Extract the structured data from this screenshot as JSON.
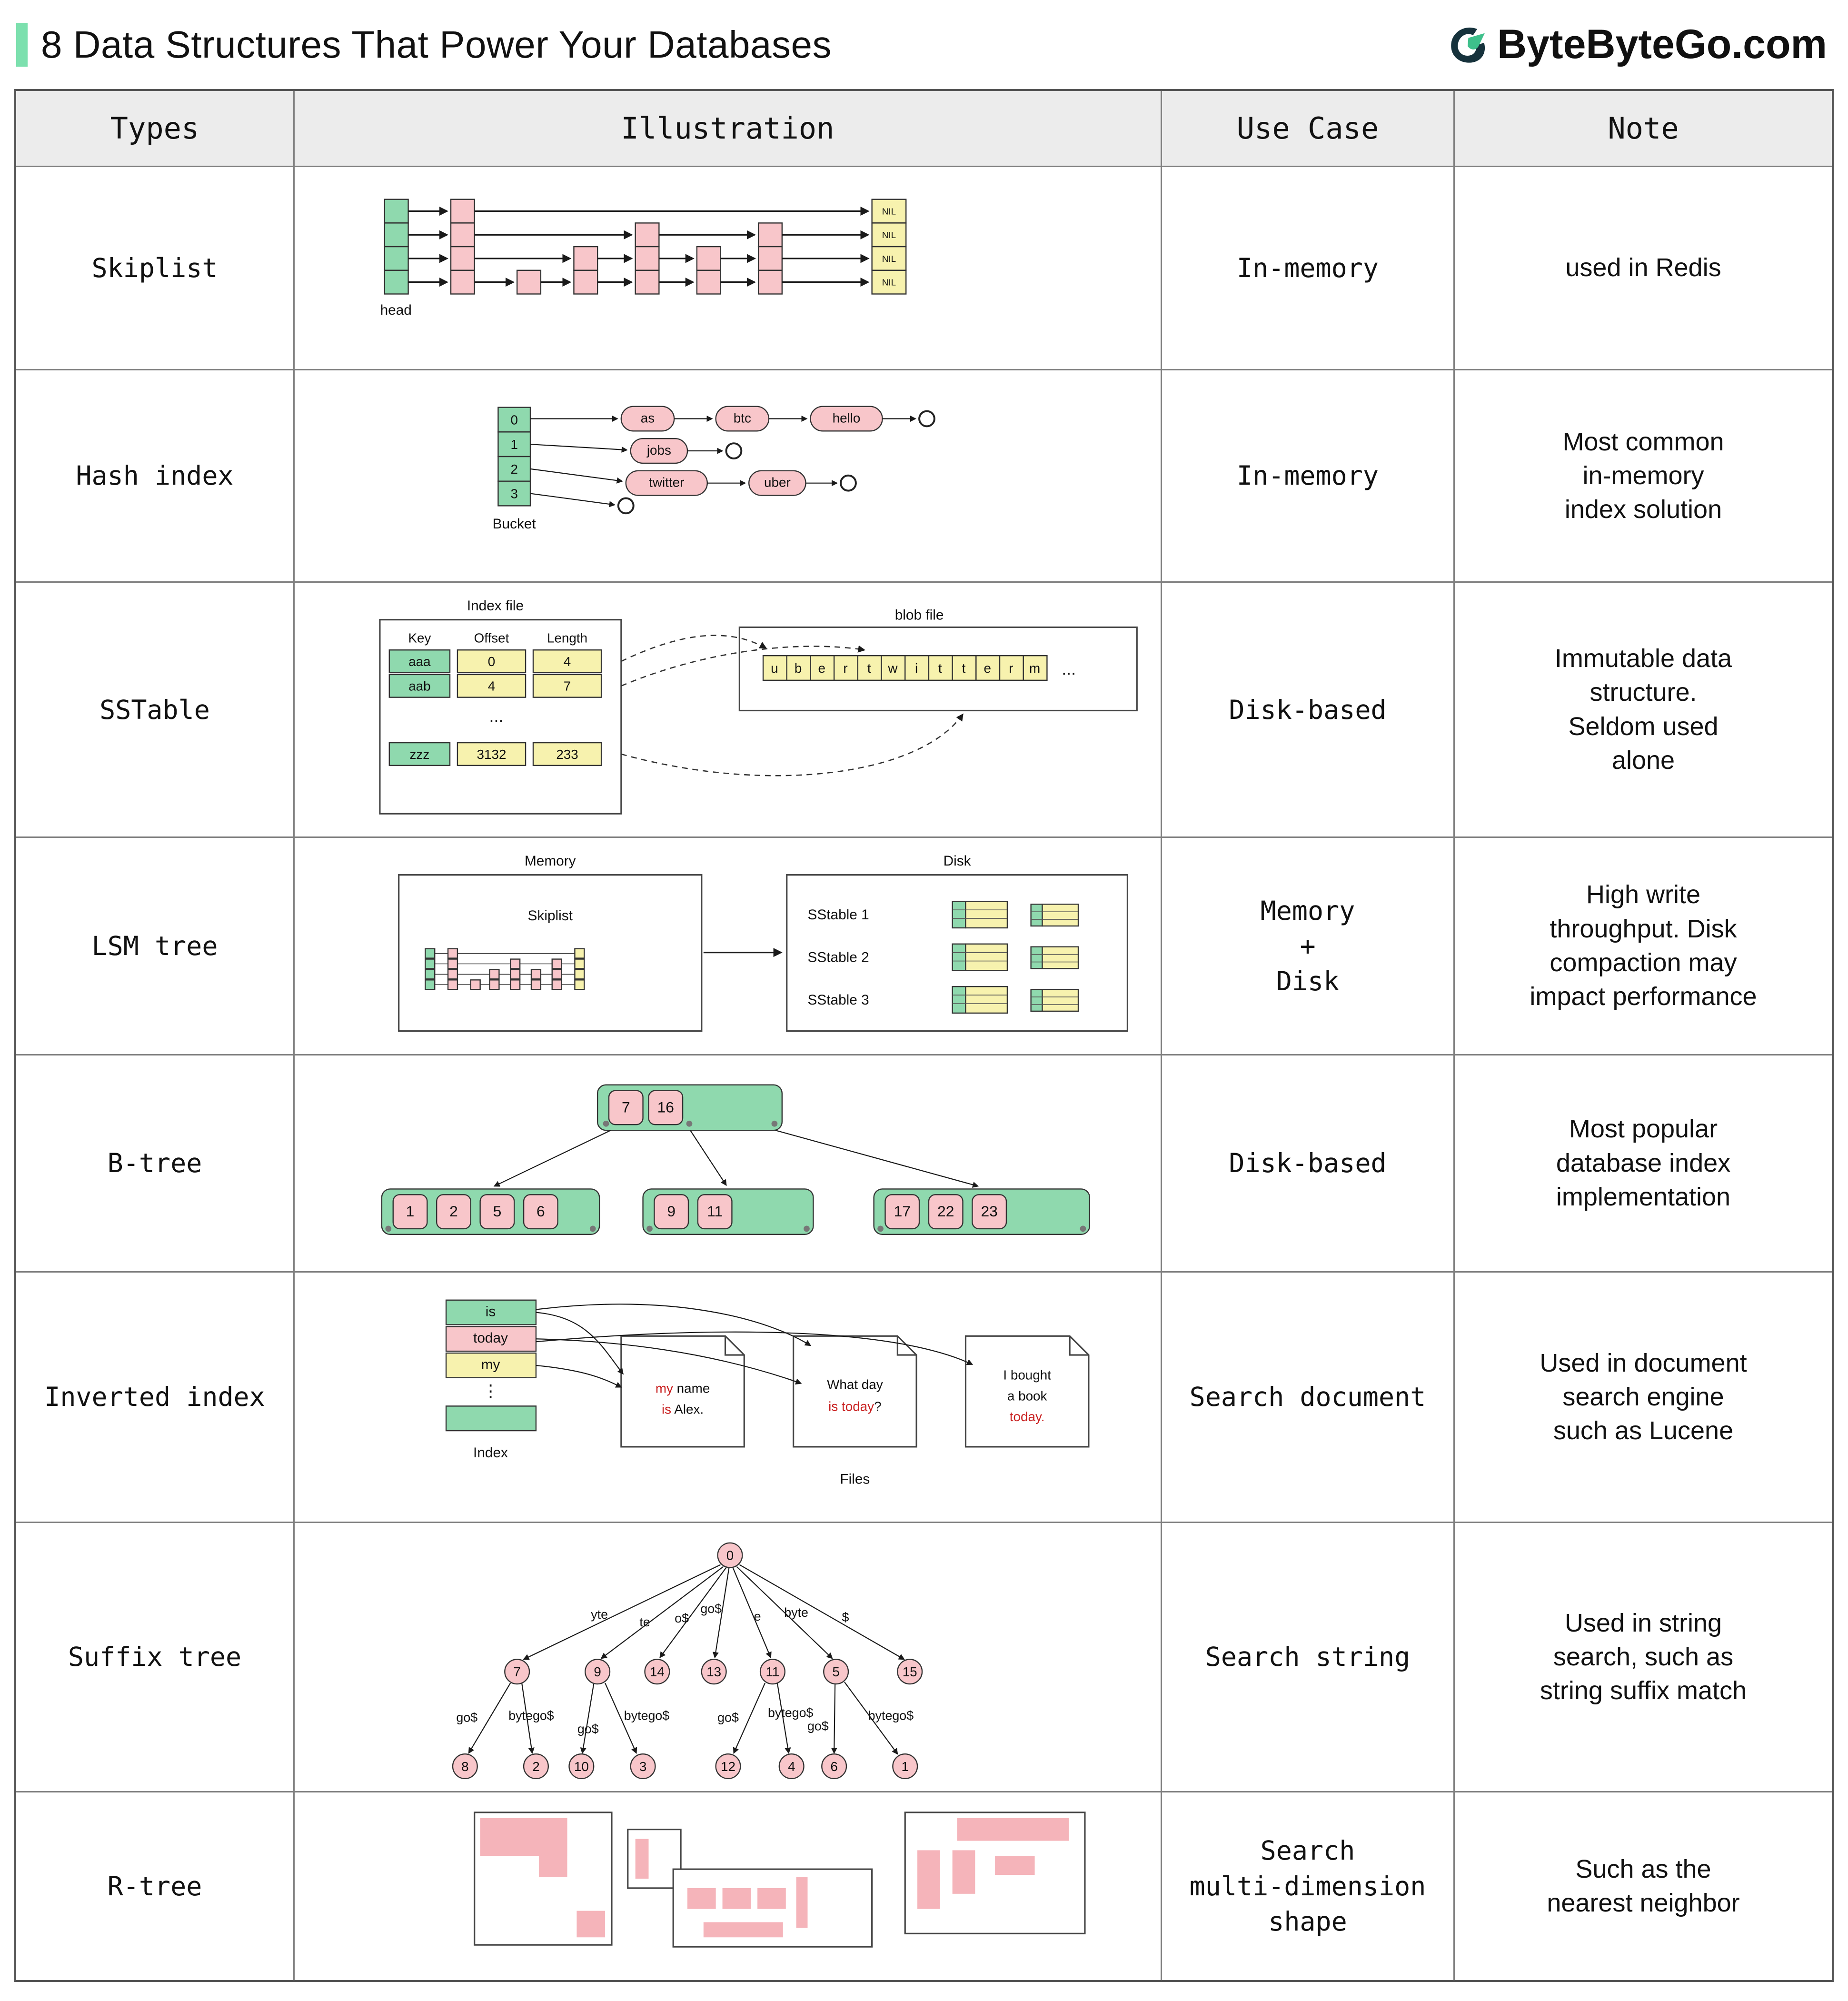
{
  "header": {
    "title": "8 Data Structures That Power Your Databases",
    "brand": "ByteByteGo.com"
  },
  "columns": {
    "types": "Types",
    "illustration": "Illustration",
    "use_case": "Use Case",
    "note": "Note"
  },
  "rows": [
    {
      "type": "Skiplist",
      "use_case": "In-memory",
      "note": "used in Redis"
    },
    {
      "type": "Hash index",
      "use_case": "In-memory",
      "note": "Most common\nin-memory\nindex solution"
    },
    {
      "type": "SSTable",
      "use_case": "Disk-based",
      "note": "Immutable data\nstructure.\nSeldom used\nalone"
    },
    {
      "type": "LSM tree",
      "use_case": "Memory\n+\nDisk",
      "note": "High write\nthroughput. Disk\ncompaction may\nimpact performance"
    },
    {
      "type": "B-tree",
      "use_case": "Disk-based",
      "note": "Most popular\ndatabase index\nimplementation"
    },
    {
      "type": "Inverted index",
      "use_case": "Search document",
      "note": "Used in document\nsearch engine\nsuch as Lucene"
    },
    {
      "type": "Suffix tree",
      "use_case": "Search string",
      "note": "Used in string\nsearch, such as\nstring suffix match"
    },
    {
      "type": "R-tree",
      "use_case": "Search\nmulti-dimension\nshape",
      "note": "Such as the\nnearest neighbor"
    }
  ],
  "skiplist": {
    "head": "head",
    "nil": "NIL"
  },
  "hash": {
    "bucket": "Bucket",
    "slots": [
      "0",
      "1",
      "2",
      "3"
    ],
    "chain0": [
      "as",
      "btc",
      "hello"
    ],
    "chain1": [
      "jobs"
    ],
    "chain2": [
      "twitter",
      "uber"
    ]
  },
  "sstable": {
    "index_file": "Index file",
    "blob_file": "blob file",
    "key": "Key",
    "offset": "Offset",
    "length": "Length",
    "rows": [
      [
        "aaa",
        "0",
        "4"
      ],
      [
        "aab",
        "4",
        "7"
      ],
      [
        "zzz",
        "3132",
        "233"
      ]
    ],
    "dots": "...",
    "blob": [
      "u",
      "b",
      "e",
      "r",
      "t",
      "w",
      "i",
      "t",
      "t",
      "e",
      "r",
      "m"
    ]
  },
  "lsm": {
    "memory": "Memory",
    "disk": "Disk",
    "skiplist": "Skiplist",
    "sstables": [
      "SStable 1",
      "SStable 2",
      "SStable 3"
    ]
  },
  "btree": {
    "root": [
      "7",
      "16"
    ],
    "c0": [
      "1",
      "2",
      "5",
      "6"
    ],
    "c1": [
      "9",
      "11"
    ],
    "c2": [
      "17",
      "22",
      "23"
    ]
  },
  "inverted": {
    "index": "Index",
    "files": "Files",
    "dots": "⋮",
    "terms": [
      "is",
      "today",
      "my"
    ],
    "doc0": {
      "l1a": "my",
      "l1b": " name",
      "l2a": "is",
      "l2b": " Alex."
    },
    "doc1": {
      "l1": "What day",
      "l2a": "is today",
      "l2b": "?"
    },
    "doc2": {
      "l1": "I bought",
      "l2": "a book",
      "l3": "today."
    }
  },
  "suffix": {
    "root": "0",
    "e1": [
      "yte",
      "te",
      "o$",
      "go$",
      "e",
      "byte",
      "$"
    ],
    "n1": [
      "7",
      "9",
      "14",
      "13",
      "11",
      "5",
      "15"
    ],
    "e2": [
      "go$",
      "bytego$",
      "go$",
      "bytego$",
      "go$",
      "bytego$",
      "go$",
      "bytego$"
    ],
    "n2": [
      "8",
      "2",
      "10",
      "3",
      "12",
      "4",
      "6",
      "1"
    ]
  }
}
